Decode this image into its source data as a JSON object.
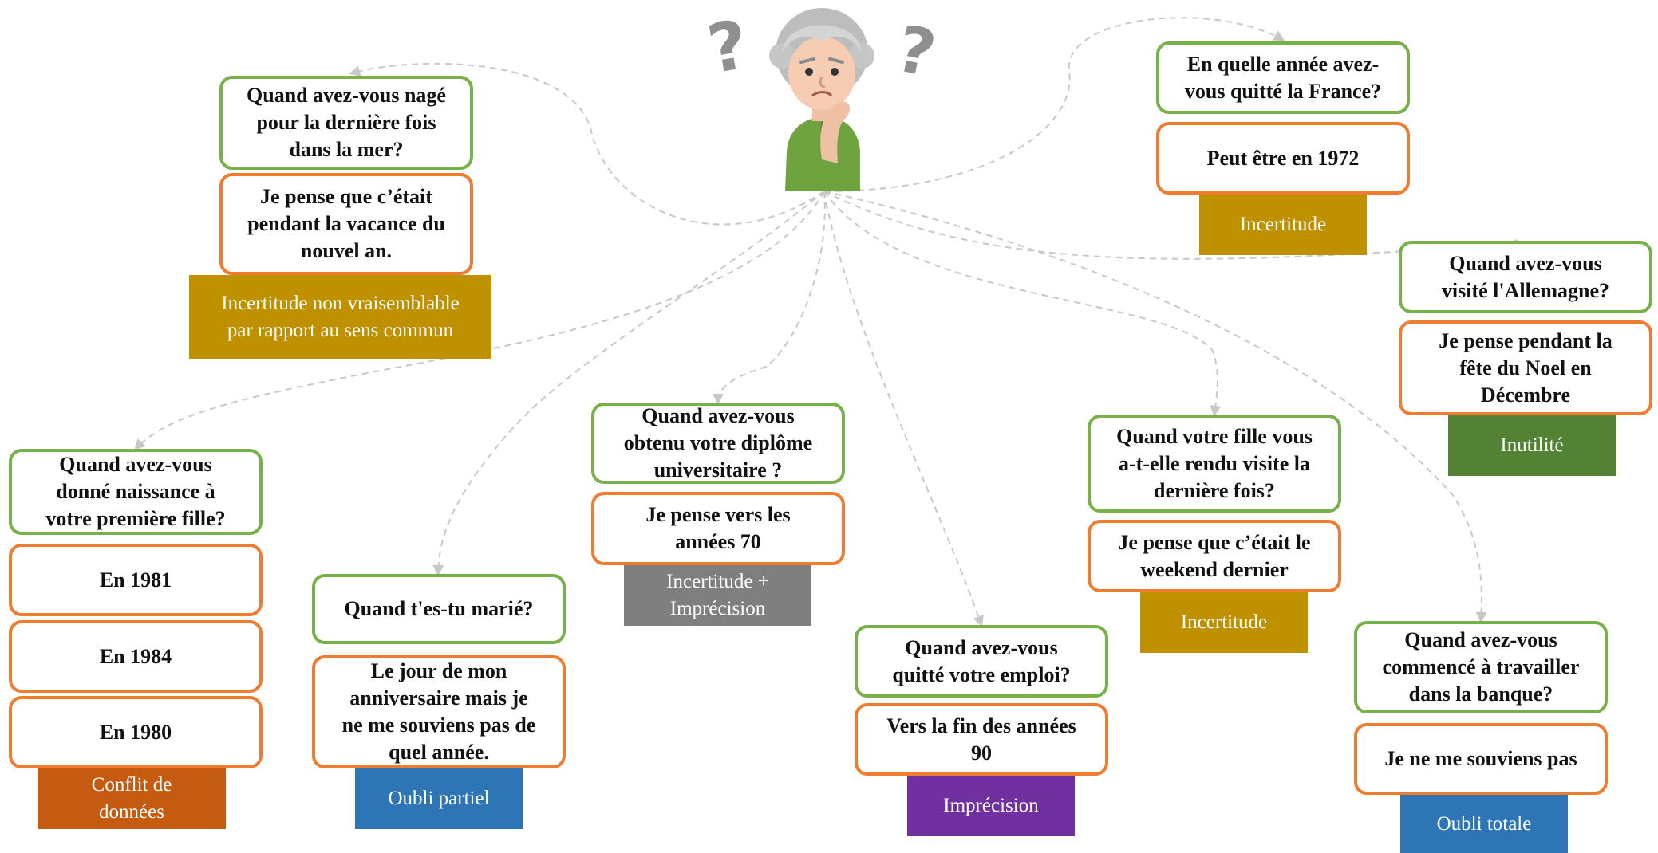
{
  "colors": {
    "question_border": "#78b04a",
    "answer_border": "#ee7d31",
    "link": "#c8c8c8",
    "incertitude": "#bf9000",
    "conflit": "#c55a11",
    "oubli_partiel": "#2e75b6",
    "imprecision_mixte": "#7f7f7f",
    "imprecision": "#7030a0",
    "inutilite": "#548235",
    "oubli_totale": "#2e75b6"
  },
  "center": {
    "icon": "elderly-person-thinking-icon",
    "marks": [
      "?",
      "?"
    ]
  },
  "groups": [
    {
      "id": "mer",
      "question": "Quand avez-vous nagé\npour la dernière fois\ndans la mer?",
      "answers": [
        "Je pense que c’était\npendant la vacance du\nnouvel an."
      ],
      "label": "Incertitude non vraisemblable\npar rapport au sens commun",
      "label_color": "#bf9000"
    },
    {
      "id": "france",
      "question": "En quelle année avez-\nvous quitté la France?",
      "answers": [
        "Peut être en 1972"
      ],
      "label": "Incertitude",
      "label_color": "#bf9000"
    },
    {
      "id": "allemagne",
      "question": "Quand avez-vous\nvisité l'Allemagne?",
      "answers": [
        "Je pense pendant la\nfête du Noel en\nDécembre"
      ],
      "label": "Inutilité",
      "label_color": "#548235"
    },
    {
      "id": "fille",
      "question": "Quand avez-vous\ndonné naissance à\nvotre première fille?",
      "answers": [
        "En 1981",
        "En 1984",
        "En 1980"
      ],
      "label": "Conflit de\ndonnées",
      "label_color": "#c55a11"
    },
    {
      "id": "marie",
      "question": "Quand t'es-tu marié?",
      "answers": [
        "Le jour de mon\nanniversaire mais je\nne me souviens pas de\nquel année."
      ],
      "label": "Oubli partiel",
      "label_color": "#2e75b6"
    },
    {
      "id": "diplome",
      "question": "Quand avez-vous\nobtenu votre diplôme\nuniversitaire ?",
      "answers": [
        "Je pense vers les\nannées 70"
      ],
      "label": "Incertitude +\nImprécision",
      "label_color": "#7f7f7f"
    },
    {
      "id": "emploi",
      "question": "Quand avez-vous\nquitté votre emploi?",
      "answers": [
        "Vers la fin des années\n90"
      ],
      "label": "Imprécision",
      "label_color": "#7030a0"
    },
    {
      "id": "visite",
      "question": "Quand votre fille vous\na-t-elle rendu visite la\ndernière fois?",
      "answers": [
        "Je pense que c’était le\nweekend dernier"
      ],
      "label": "Incertitude",
      "label_color": "#bf9000"
    },
    {
      "id": "banque",
      "question": "Quand avez-vous\ncommencé à travailler\ndans la banque?",
      "answers": [
        "Je ne me souviens pas"
      ],
      "label": "Oubli totale",
      "label_color": "#2e75b6"
    }
  ]
}
